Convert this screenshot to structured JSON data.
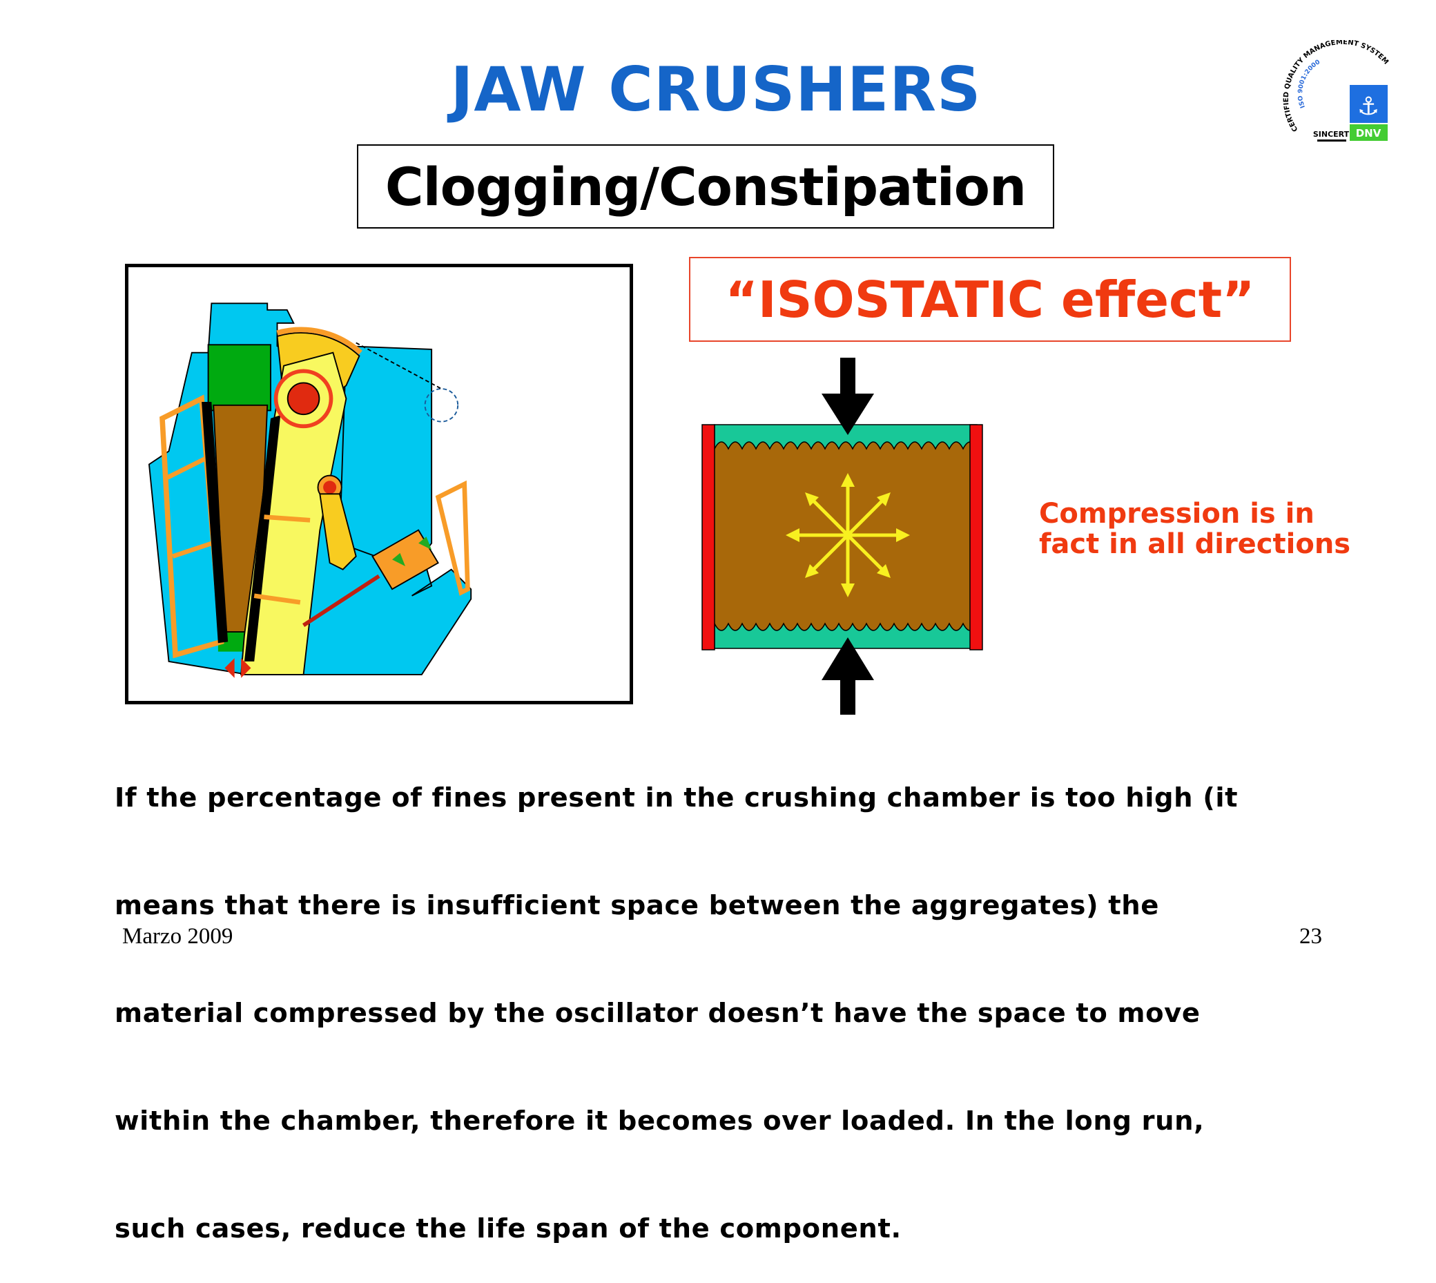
{
  "slide": {
    "title": "JAW CRUSHERS",
    "subtitle": "Clogging/Constipation",
    "effect_label": "“ISOSTATIC effect”",
    "compression_note": [
      "Compression is in",
      "fact in all directions"
    ],
    "paragraph_lines": [
      "If the percentage of fines present in the crushing chamber is too high (it",
      "means that there is insufficient space between the aggregates) the",
      "material compressed by the oscillator doesn’t have the space to move",
      "within the chamber, therefore it becomes over loaded. In the long run,",
      "such cases, reduce the life span of the component."
    ],
    "footer_date": "Marzo 2009",
    "page_number": "23"
  },
  "logo": {
    "ring_text": "CERTIFIED QUALITY MANAGEMENT SYSTEM",
    "standard": "ISO 9001:2000",
    "sincert": "SINCERT",
    "dnv": "DNV"
  },
  "colors": {
    "title": "#1565c8",
    "accent_red": "#f03a10",
    "material_brown": "#a8680a",
    "crusher_blue": "#00c8f0",
    "liner_teal": "#18c898",
    "force_yellow": "#f8f020"
  }
}
